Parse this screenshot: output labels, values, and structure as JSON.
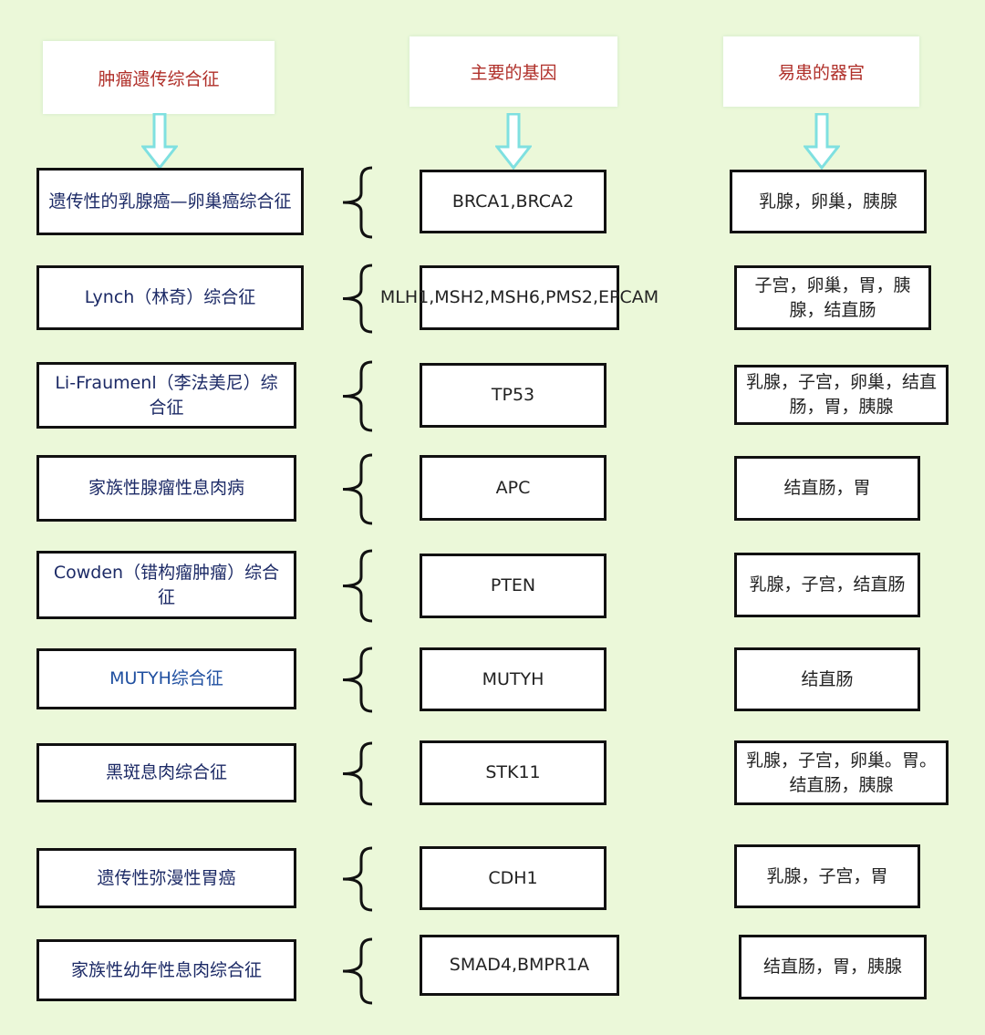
{
  "headers": {
    "syndrome": "肿瘤遗传综合征",
    "gene": "主要的基因",
    "organ": "易患的器官"
  },
  "colors": {
    "header_text": "#b0302a",
    "left_text": "#1c2a66",
    "highlight_text": "#1f4fa0",
    "arrow": "#7fe0e0",
    "background": "#ebf8d9"
  },
  "rows": [
    {
      "syndrome": "遗传性的乳腺癌—卵巢癌综合征",
      "gene": "BRCA1,BRCA2",
      "organs": "乳腺，卵巢，胰腺"
    },
    {
      "syndrome": "Lynch（林奇）综合征",
      "gene": "MLH1,MSH2,MSH6,PMS2,EPCAM",
      "organs": "子宫，卵巢，胃，胰腺，结直肠"
    },
    {
      "syndrome": "Li-Fraumenl（李法美尼）综合征",
      "gene": "TP53",
      "organs": "乳腺，子宫，卵巢，结直肠，胃，胰腺"
    },
    {
      "syndrome": "家族性腺瘤性息肉病",
      "gene": "APC",
      "organs": "结直肠，胃"
    },
    {
      "syndrome": "Cowden（错构瘤肿瘤）综合征",
      "gene": "PTEN",
      "organs": "乳腺，子宫，结直肠"
    },
    {
      "syndrome": "MUTYH综合征",
      "gene": "MUTYH",
      "organs": "结直肠",
      "highlight": true
    },
    {
      "syndrome": "黑斑息肉综合征",
      "gene": "STK11",
      "organs": "乳腺，子宫，卵巢。胃。结直肠，胰腺"
    },
    {
      "syndrome": "遗传性弥漫性胃癌",
      "gene": "CDH1",
      "organs": "乳腺，子宫，胃"
    },
    {
      "syndrome": "家族性幼年性息肉综合征",
      "gene": "SMAD4,BMPR1A",
      "organs": "结直肠，胃，胰腺"
    }
  ]
}
